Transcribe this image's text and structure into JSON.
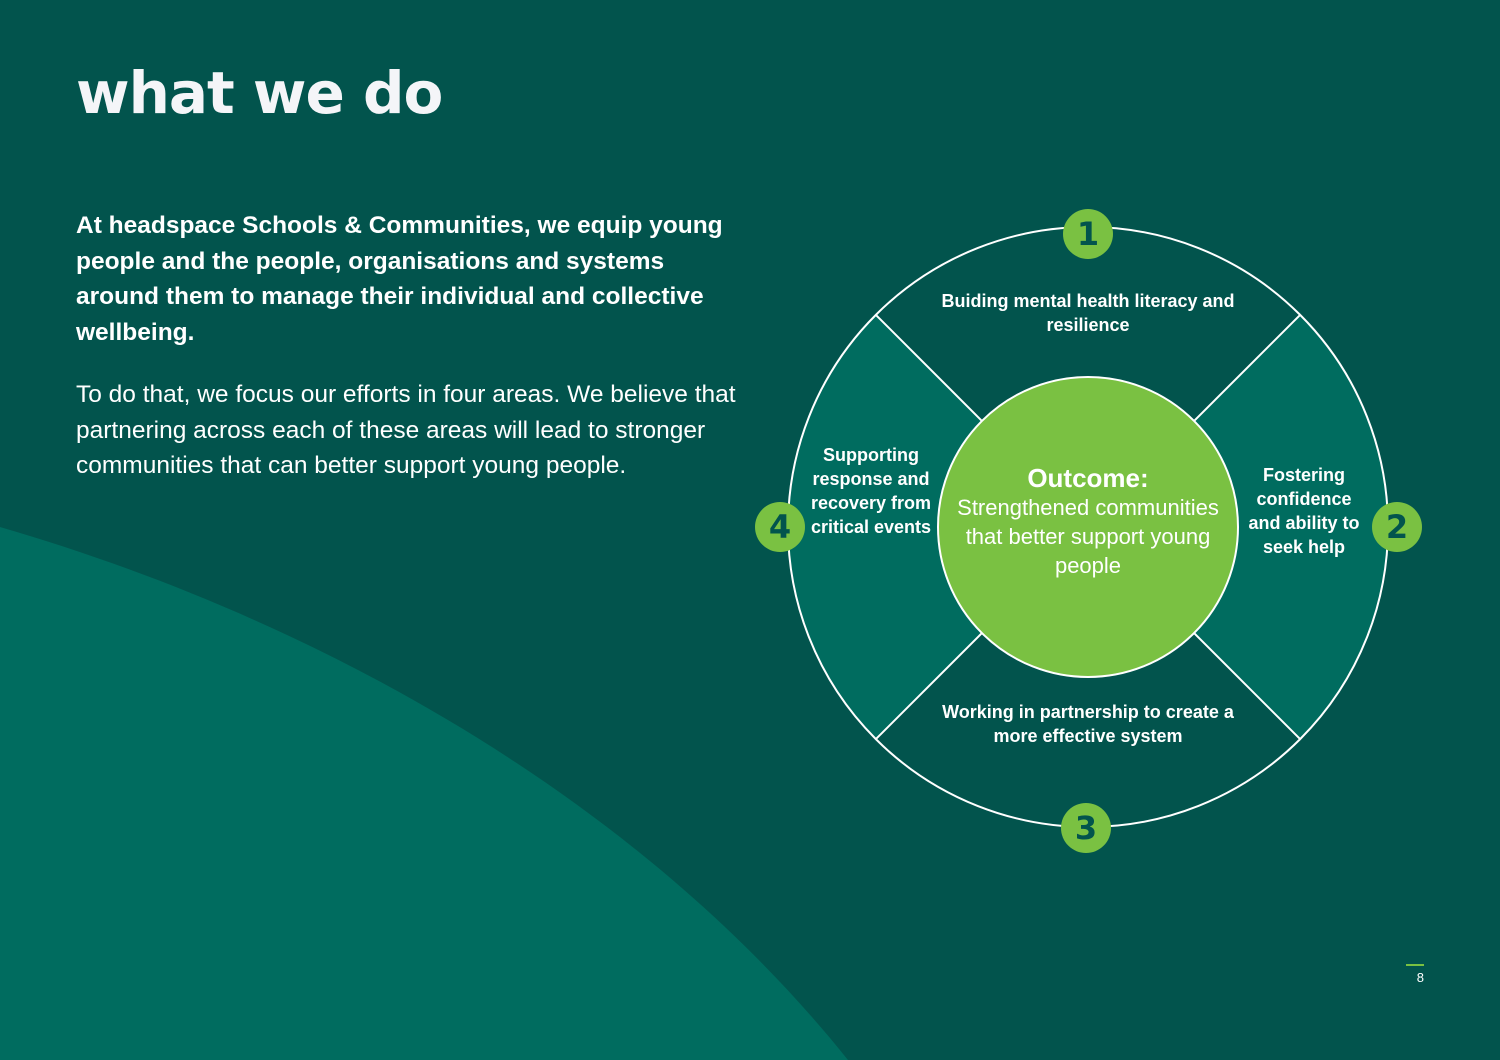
{
  "colors": {
    "background": "#02544d",
    "curve": "#006c5f",
    "segment_side": "#006c5f",
    "segment_topbottom": "#02544d",
    "accent_green": "#7ac142",
    "text": "#ffffff"
  },
  "page": {
    "title": "what we do",
    "intro": "At headspace Schools & Communities, we equip young people and the people, organisations and systems around them to manage their individual and collective wellbeing.",
    "body": "To do that, we focus our efforts in four areas. We believe that partnering across each of these areas will lead to stronger communities that can better support young people.",
    "page_number": "8"
  },
  "diagram": {
    "outcome": {
      "title": "Outcome:",
      "text": "Strengthened communities that better support young people"
    },
    "areas": [
      {
        "number": "1",
        "label": "Buiding mental health literacy and resilience",
        "position": "top"
      },
      {
        "number": "2",
        "label": "Fostering confidence and ability to seek help",
        "position": "right"
      },
      {
        "number": "3",
        "label": "Working in partnership to create a more effective system",
        "position": "bottom"
      },
      {
        "number": "4",
        "label": "Supporting response and recovery from critical events",
        "position": "left"
      }
    ]
  }
}
